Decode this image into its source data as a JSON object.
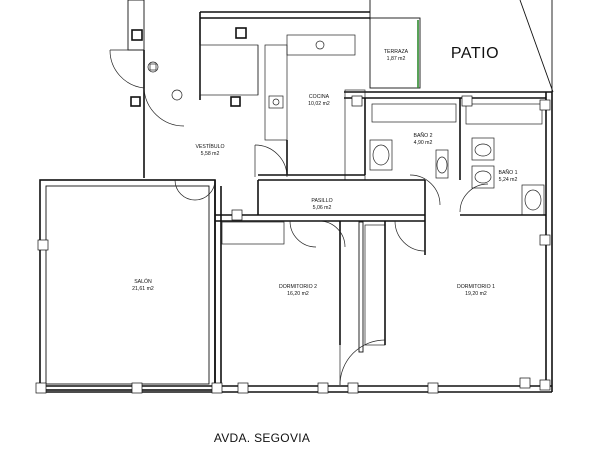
{
  "rooms": {
    "cocina": {
      "name": "COCINA",
      "area": "10,02 m2"
    },
    "terraza": {
      "name": "TERRAZA",
      "area": "1,87 m2"
    },
    "bano2": {
      "name": "BAÑO 2",
      "area": "4,90 m2"
    },
    "bano1": {
      "name": "BAÑO 1",
      "area": "5,24 m2"
    },
    "vestibulo": {
      "name": "VESTÍBULO",
      "area": "5,58 m2"
    },
    "pasillo": {
      "name": "PASILLO",
      "area": "5,06 m2"
    },
    "salon": {
      "name": "SALÓN",
      "area": "21,61 m2"
    },
    "dormitorio2": {
      "name": "DORMITORIO 2",
      "area": "16,20 m2"
    },
    "dormitorio1": {
      "name": "DORMITORIO 1",
      "area": "19,20 m2"
    }
  },
  "labels": {
    "patio": "PATIO",
    "street": "AVDA. SEGOVIA"
  }
}
